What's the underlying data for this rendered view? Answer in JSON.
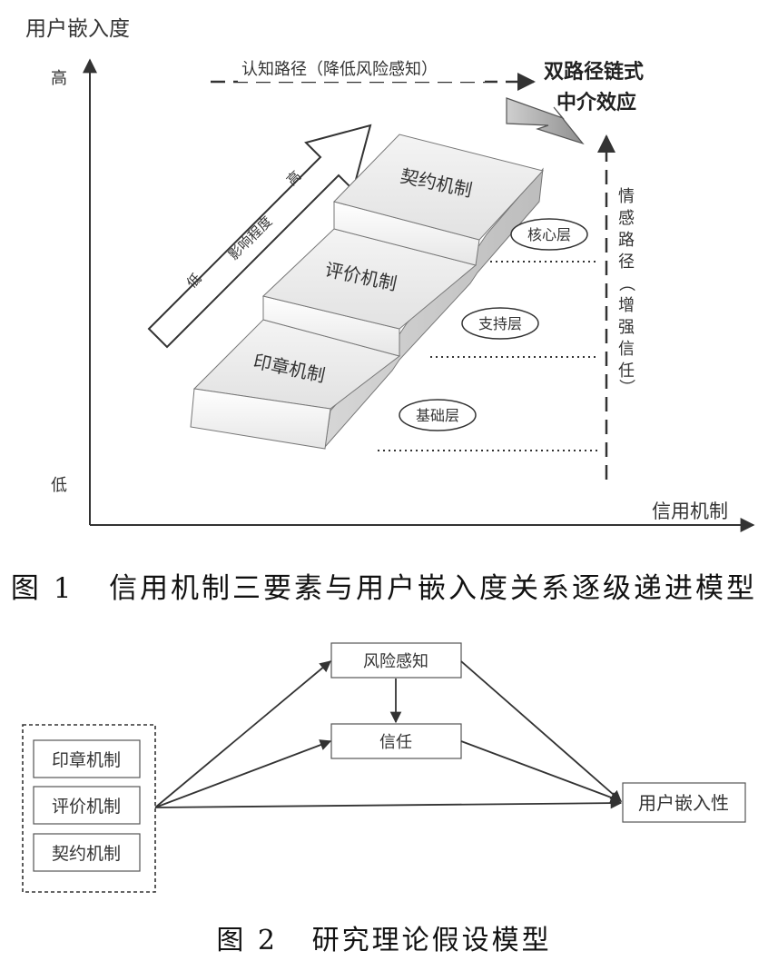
{
  "figure1": {
    "y_axis_label": "用户嵌入度",
    "y_high": "高",
    "y_low": "低",
    "x_axis_label": "信用机制",
    "cognitive_path": "认知路径（降低风险感知）",
    "mediation_line1": "双路径链式",
    "mediation_line2": "中介效应",
    "emotional_path_chars": [
      "情",
      "感",
      "路",
      "径",
      "（",
      "增",
      "强",
      "信",
      "任",
      "）"
    ],
    "influence_label": "影响程度",
    "influence_low": "低",
    "influence_high": "高",
    "steps": [
      "印章机制",
      "评价机制",
      "契约机制"
    ],
    "layers": [
      "基础层",
      "支持层",
      "核心层"
    ],
    "caption_label": "图 1",
    "caption_text": "信用机制三要素与用户嵌入度关系逐级递进模型"
  },
  "figure2": {
    "mechanisms": [
      "印章机制",
      "评价机制",
      "契约机制"
    ],
    "risk_perception": "风险感知",
    "trust": "信任",
    "user_embeddedness": "用户嵌入性",
    "caption_label": "图 2",
    "caption_text": "研究理论假设模型"
  }
}
